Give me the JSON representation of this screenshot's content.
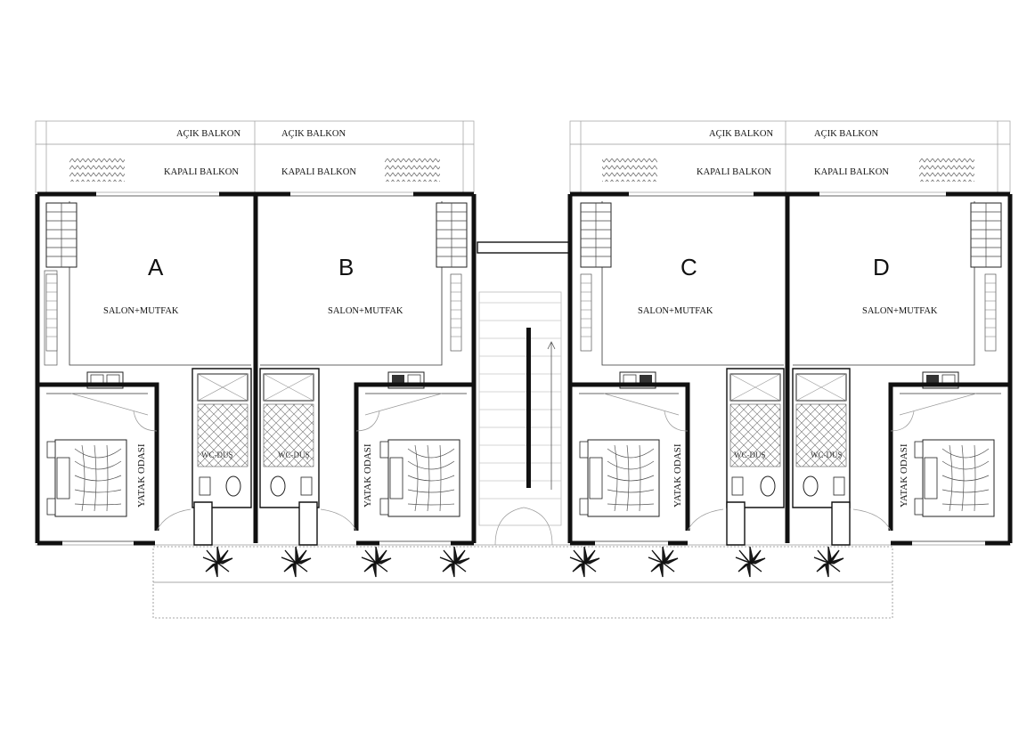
{
  "colors": {
    "line": "#111111",
    "background": "#ffffff"
  },
  "units": [
    {
      "letter": "A",
      "living_label": "SALON+MUTFAK",
      "bedroom_label": "YATAK ODASI",
      "bath_label": "WC-DUŞ",
      "open_balcony": "AÇIK BALKON",
      "closed_balcony": "KAPALI BALKON"
    },
    {
      "letter": "B",
      "living_label": "SALON+MUTFAK",
      "bedroom_label": "YATAK ODASI",
      "bath_label": "WC-DUŞ",
      "open_balcony": "AÇIK BALKON",
      "closed_balcony": "KAPALI BALKON"
    },
    {
      "letter": "C",
      "living_label": "SALON+MUTFAK",
      "bedroom_label": "YATAK ODASI",
      "bath_label": "WC-DUŞ",
      "open_balcony": "AÇIK BALKON",
      "closed_balcony": "KAPALI BALKON"
    },
    {
      "letter": "D",
      "living_label": "SALON+MUTFAK",
      "bedroom_label": "YATAK ODASI",
      "bath_label": "WC-DUŞ",
      "open_balcony": "AÇIK BALKON",
      "closed_balcony": "KAPALI BALKON"
    }
  ],
  "icons": [
    "stair-icon",
    "sink-icon",
    "bed-icon",
    "shower-icon",
    "toilet-icon",
    "plant-icon",
    "door-swing-icon"
  ]
}
